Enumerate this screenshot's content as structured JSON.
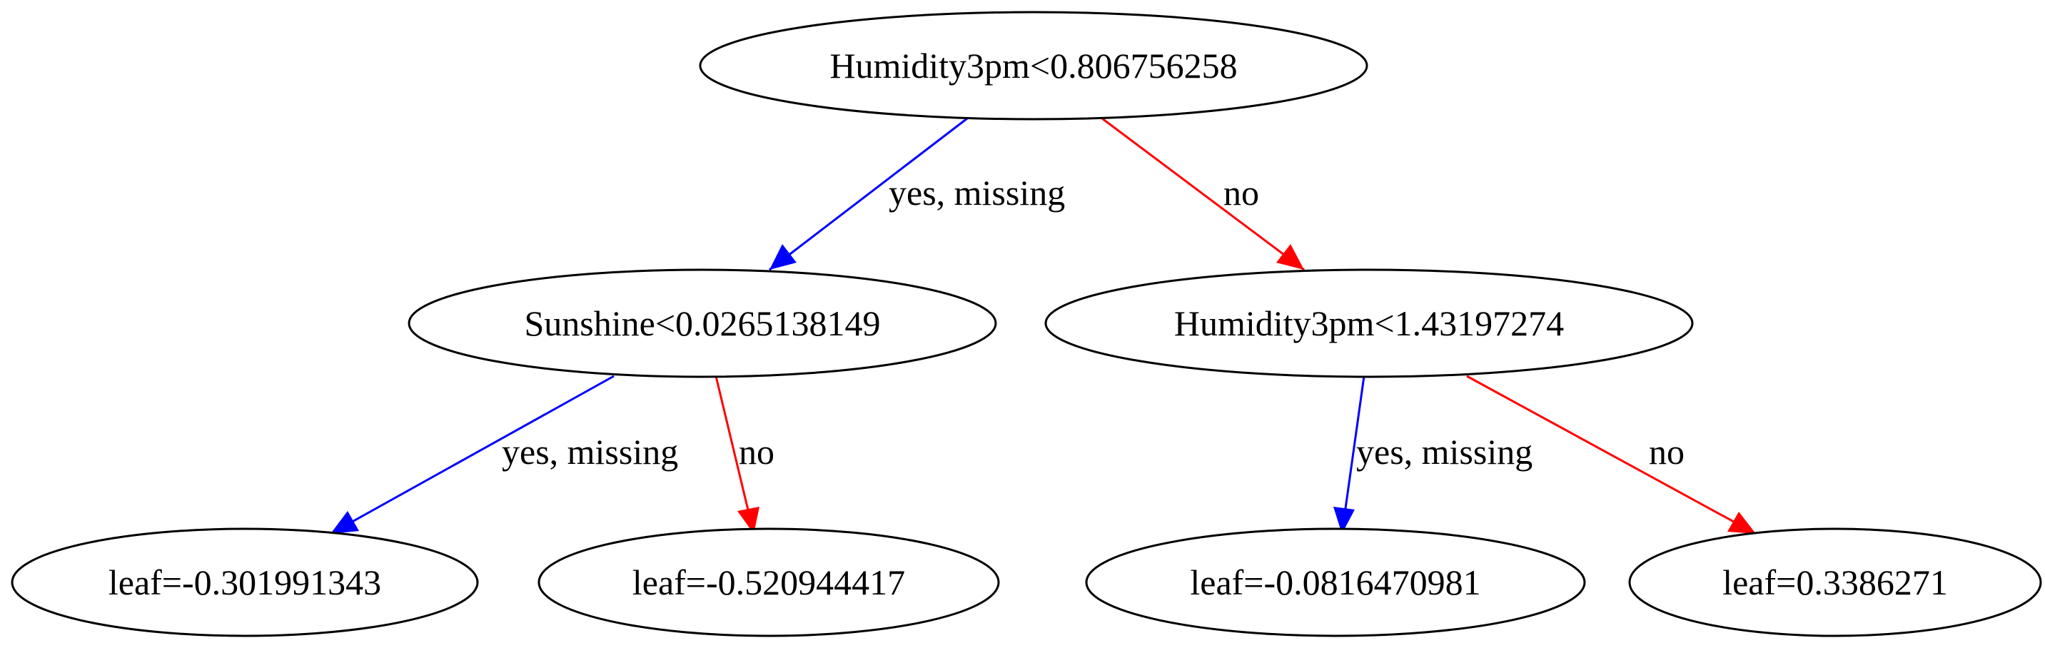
{
  "colors": {
    "yes_edge": "#0000ff",
    "no_edge": "#ff0000",
    "node_stroke": "#000000",
    "text": "#000000"
  },
  "nodes": {
    "root": "Humidity3pm<0.806756258",
    "left": "Sunshine<0.0265138149",
    "right": "Humidity3pm<1.43197274",
    "leaf_ll": "leaf=-0.301991343",
    "leaf_lr": "leaf=-0.520944417",
    "leaf_rl": "leaf=-0.0816470981",
    "leaf_rr": "leaf=0.3386271"
  },
  "edges": {
    "root_yes": "yes, missing",
    "root_no": "no",
    "left_yes": "yes, missing",
    "left_no": "no",
    "right_yes": "yes, missing",
    "right_no": "no"
  }
}
